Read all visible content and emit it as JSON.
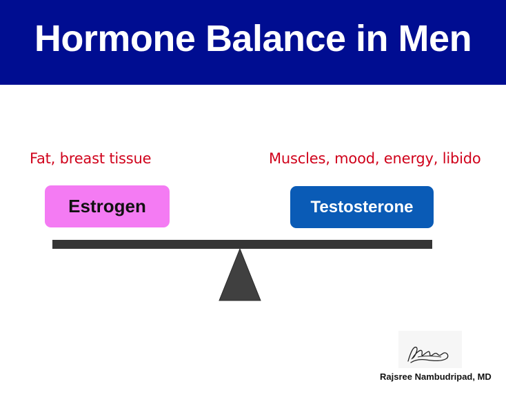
{
  "header": {
    "title": "Hormone Balance in Men",
    "background_color": "#000d91",
    "text_color": "#ffffff"
  },
  "left_side": {
    "note": "Fat, breast tissue",
    "note_color": "#d0021b",
    "box_label": "Estrogen",
    "box_color": "#f47bf3",
    "box_text_color": "#111111"
  },
  "right_side": {
    "note": "Muscles, mood, energy, libido",
    "note_color": "#d0021b",
    "box_label": "Testosterone",
    "box_color": "#0a5bb6",
    "box_text_color": "#ffffff"
  },
  "scale": {
    "beam_color": "#353535",
    "fulcrum_color": "#404040",
    "fulcrum_icon": "triangle-fulcrum-icon"
  },
  "credit": {
    "author": "Rajsree Nambudripad, MD",
    "signature_icon": "handwritten-signature"
  }
}
